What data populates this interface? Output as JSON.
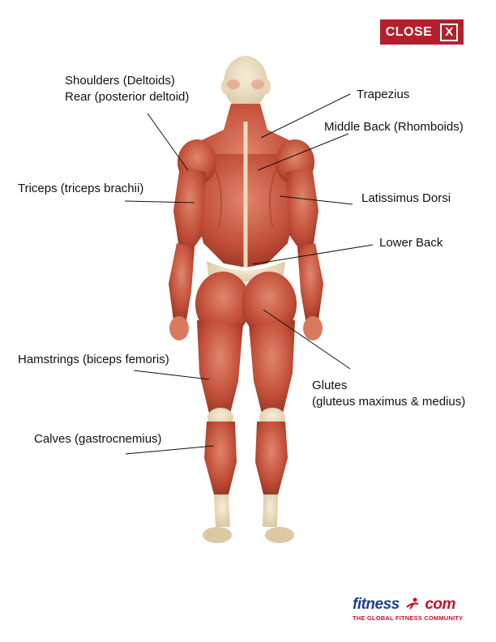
{
  "close_button": {
    "label": "CLOSE",
    "icon": "X"
  },
  "labels": {
    "shoulders_line1": "Shoulders (Deltoids)",
    "shoulders_line2": "Rear (posterior deltoid)",
    "trapezius": "Trapezius",
    "middle_back": "Middle Back (Rhomboids)",
    "triceps": "Triceps (triceps brachii)",
    "latissimus": "Latissimus Dorsi",
    "lower_back": "Lower Back",
    "hamstrings": "Hamstrings (biceps femoris)",
    "glutes_line1": "Glutes",
    "glutes_line2": "(gluteus maximus & medius)",
    "calves": "Calves (gastrocnemius)"
  },
  "logo": {
    "brand_part1": "fitness",
    "brand_part2": "com",
    "tagline": "THE GLOBAL FITNESS COMMUNITY"
  },
  "colors": {
    "close_bg": "#b51f2c",
    "muscle": "#c9573f",
    "skin": "#efe3c8",
    "brand_blue": "#1c3f95",
    "brand_red": "#c8102e"
  }
}
